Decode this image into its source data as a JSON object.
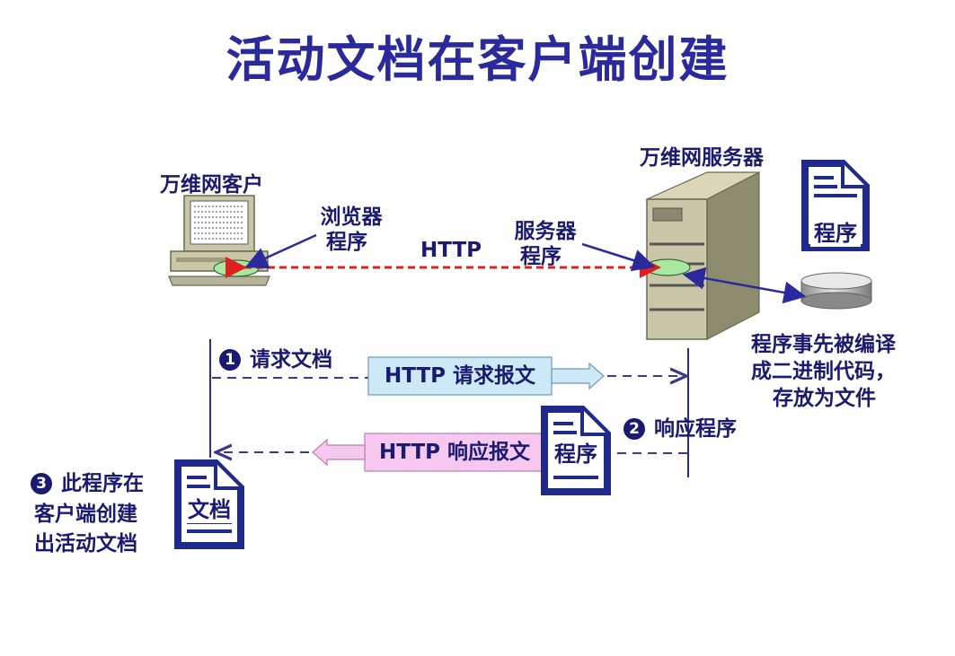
{
  "title": "活动文档在客户端创建",
  "client": {
    "label": "万维网客户",
    "browser_label_1": "浏览器",
    "browser_label_2": "程序"
  },
  "server": {
    "label": "万维网服务器",
    "program_label_1": "服务器",
    "program_label_2": "程序"
  },
  "http_label": "HTTP",
  "server_doc": {
    "label": "程序"
  },
  "storage_note": [
    "程序事先被编译",
    "成二进制代码，",
    "存放为文件"
  ],
  "steps": [
    {
      "number": "1",
      "label": "请求文档"
    },
    {
      "number": "2",
      "label": "响应程序"
    },
    {
      "number": "3",
      "lines": [
        "此程序在",
        "客户端创建",
        "出活动文档"
      ]
    }
  ],
  "request_message": "HTTP 请求报文",
  "response_message": "HTTP 响应报文",
  "response_doc": {
    "label": "程序"
  },
  "client_doc": {
    "label": "文档"
  },
  "colors": {
    "title": "#2a2a9c",
    "text": "#1a1a70",
    "http_arrow": "#e02020",
    "request_fill": "#cde9f8",
    "response_fill": "#f6c8f0",
    "dashed_line": "#3a3a8a",
    "document": "#1f2a8a"
  }
}
